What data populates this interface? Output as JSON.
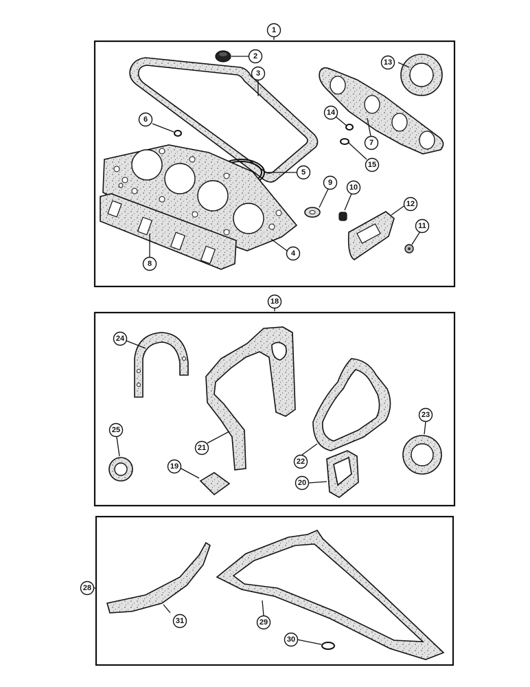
{
  "diagram": {
    "panels": [
      {
        "id": "panel-1",
        "kit_label": "1",
        "callouts": [
          "2",
          "3",
          "4",
          "5",
          "6",
          "7",
          "8",
          "9",
          "10",
          "11",
          "12",
          "13",
          "14",
          "15"
        ]
      },
      {
        "id": "panel-18",
        "kit_label": "18",
        "callouts": [
          "19",
          "20",
          "21",
          "22",
          "23",
          "24",
          "25"
        ]
      },
      {
        "id": "panel-28",
        "kit_label": "28",
        "callouts": [
          "29",
          "30",
          "31"
        ]
      }
    ],
    "labels": {
      "c1": "1",
      "c2": "2",
      "c3": "3",
      "c4": "4",
      "c5": "5",
      "c6": "6",
      "c7": "7",
      "c8": "8",
      "c9": "9",
      "c10": "10",
      "c11": "11",
      "c12": "12",
      "c13": "13",
      "c14": "14",
      "c15": "15",
      "c18": "18",
      "c19": "19",
      "c20": "20",
      "c21": "21",
      "c22": "22",
      "c23": "23",
      "c24": "24",
      "c25": "25",
      "c28": "28",
      "c29": "29",
      "c30": "30",
      "c31": "31"
    }
  }
}
